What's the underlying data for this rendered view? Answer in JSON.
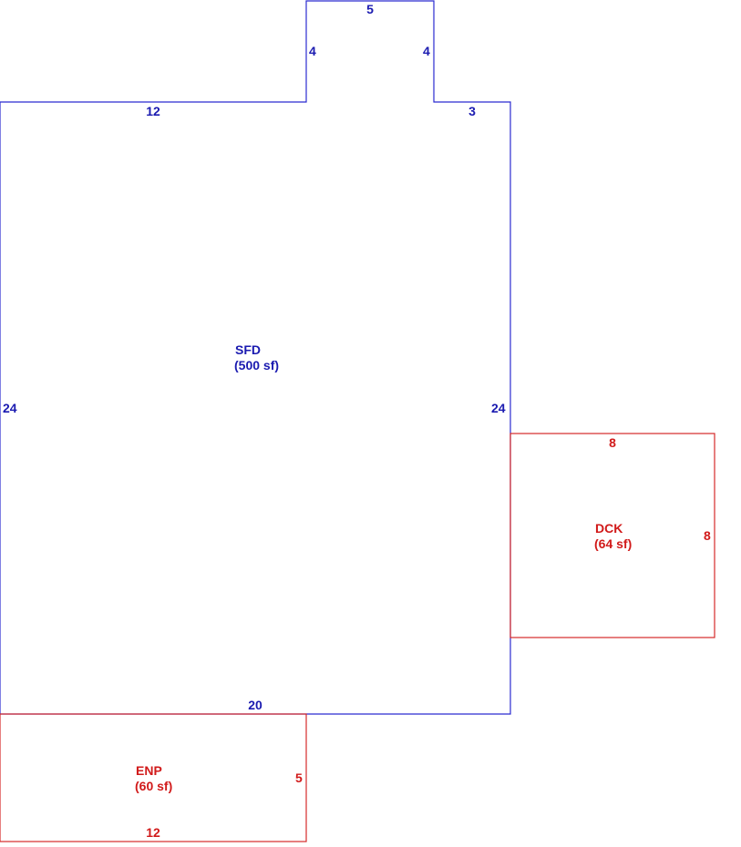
{
  "sections": {
    "sfd": {
      "name": "SFD",
      "area": "(500 sf)",
      "color": "#1a1ab0",
      "dims": {
        "bump_top": "5",
        "bump_left": "4",
        "bump_right": "4",
        "top_left": "12",
        "top_right": "3",
        "left": "24",
        "right": "24",
        "bottom": "20"
      }
    },
    "dck": {
      "name": "DCK",
      "area": "(64 sf)",
      "color": "#d11a1a",
      "dims": {
        "top": "8",
        "right": "8"
      }
    },
    "enp": {
      "name": "ENP",
      "area": "(60 sf)",
      "color": "#d11a1a",
      "dims": {
        "right": "5",
        "bottom": "12"
      }
    }
  }
}
